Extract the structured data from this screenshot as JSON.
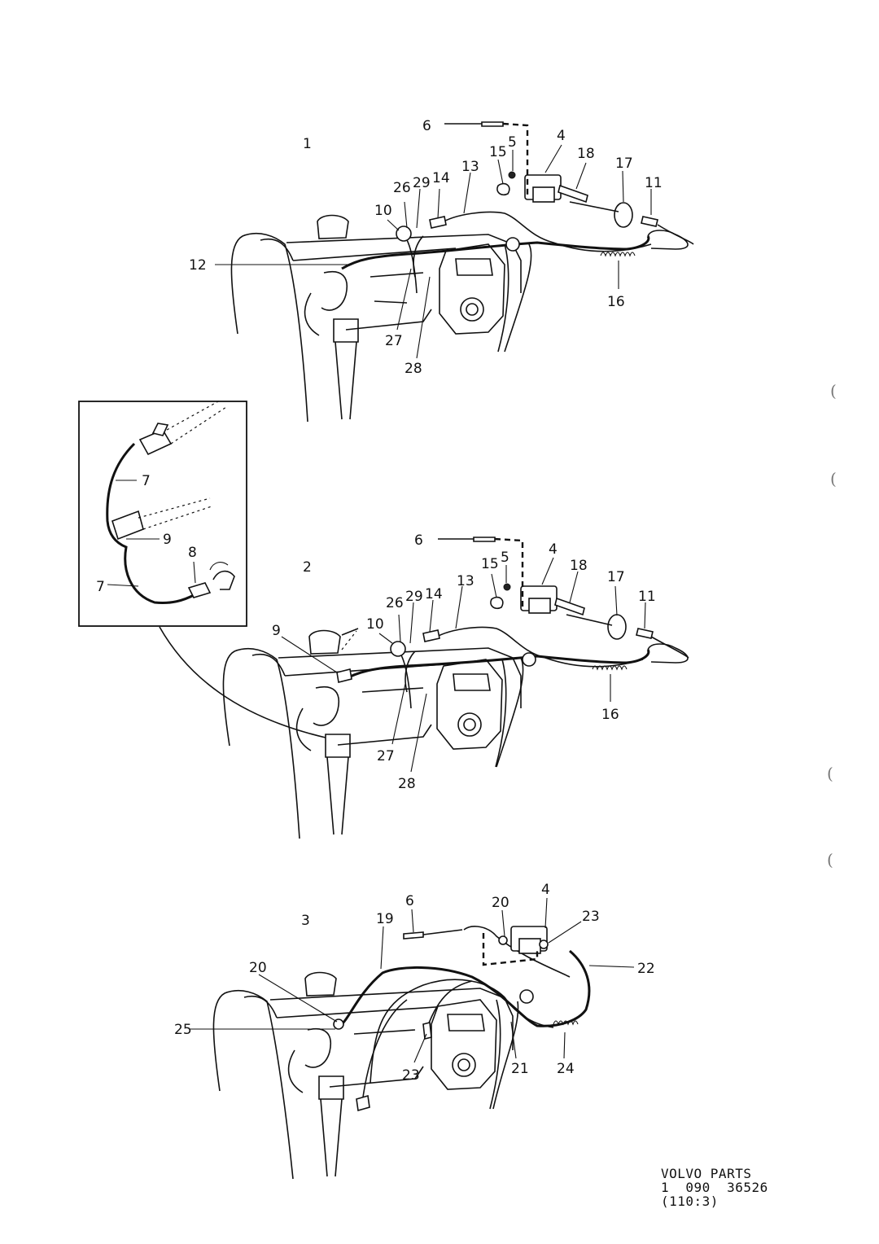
{
  "views": [
    {
      "id": "1",
      "callouts": [
        "6",
        "5",
        "15",
        "4",
        "18",
        "17",
        "11",
        "13",
        "14",
        "29",
        "26",
        "10",
        "12",
        "27",
        "28",
        "16"
      ]
    },
    {
      "id": "2",
      "callouts": [
        "6",
        "15",
        "5",
        "4",
        "18",
        "17",
        "11",
        "13",
        "14",
        "29",
        "26",
        "10",
        "9",
        "27",
        "28",
        "16"
      ]
    },
    {
      "id": "3",
      "callouts": [
        "6",
        "20",
        "4",
        "23",
        "19",
        "22",
        "20",
        "25",
        "23",
        "21",
        "24"
      ]
    }
  ],
  "inset": {
    "callouts": [
      "7",
      "9",
      "8",
      "7"
    ]
  },
  "footer": {
    "line1": "VOLVO PARTS",
    "line2": "1  090  36526",
    "line3": "(110:3)"
  }
}
